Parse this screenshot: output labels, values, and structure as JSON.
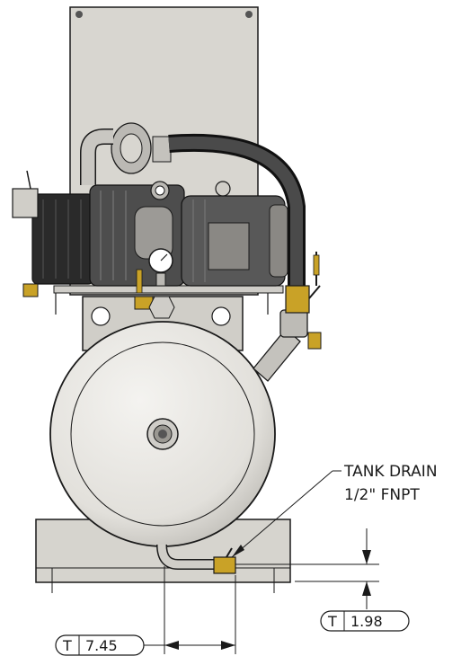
{
  "callout": {
    "line1": "TANK DRAIN",
    "line2": "1/2\" FNPT"
  },
  "dimensions": {
    "vertical": {
      "prefix": "T",
      "value": "1.98"
    },
    "horizontal": {
      "prefix": "T",
      "value": "7.45"
    }
  },
  "colors": {
    "sheet_metal": "#d6d4ce",
    "motor_dark": "#2a2a2a",
    "tank": "#e9e8e4",
    "brass": "#c9a227",
    "outline": "#1a1a1a"
  }
}
